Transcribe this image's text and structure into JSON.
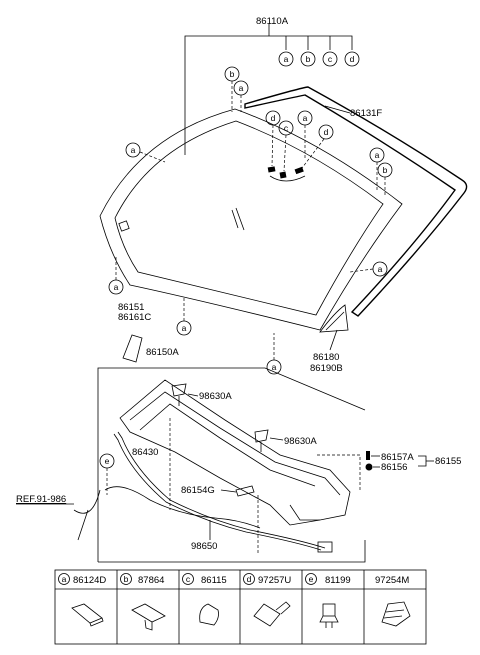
{
  "parts": {
    "windshield_assy": "86110A",
    "moulding": "86131F",
    "garnish_upper": "86151",
    "garnish_lower": "86161C",
    "cowl_panel": "86150A",
    "nut_left": "98630A",
    "nut_right": "98630A",
    "hose": "86430",
    "seal_pad": "86154G",
    "hose_lower": "98650",
    "trim_a": "86180",
    "trim_b": "86190B",
    "clip_a": "86157A",
    "clip_b": "86156",
    "clip_group": "86155",
    "ref": "REF.91-986"
  },
  "callouts": {
    "a": "a",
    "b": "b",
    "c": "c",
    "d": "d",
    "e": "e"
  },
  "legend": [
    {
      "letter": "a",
      "part": "86124D"
    },
    {
      "letter": "b",
      "part": "87864"
    },
    {
      "letter": "c",
      "part": "86115"
    },
    {
      "letter": "d",
      "part": "97257U"
    },
    {
      "letter": "e",
      "part": "81199"
    },
    {
      "letter": "",
      "part": "97254M"
    }
  ]
}
